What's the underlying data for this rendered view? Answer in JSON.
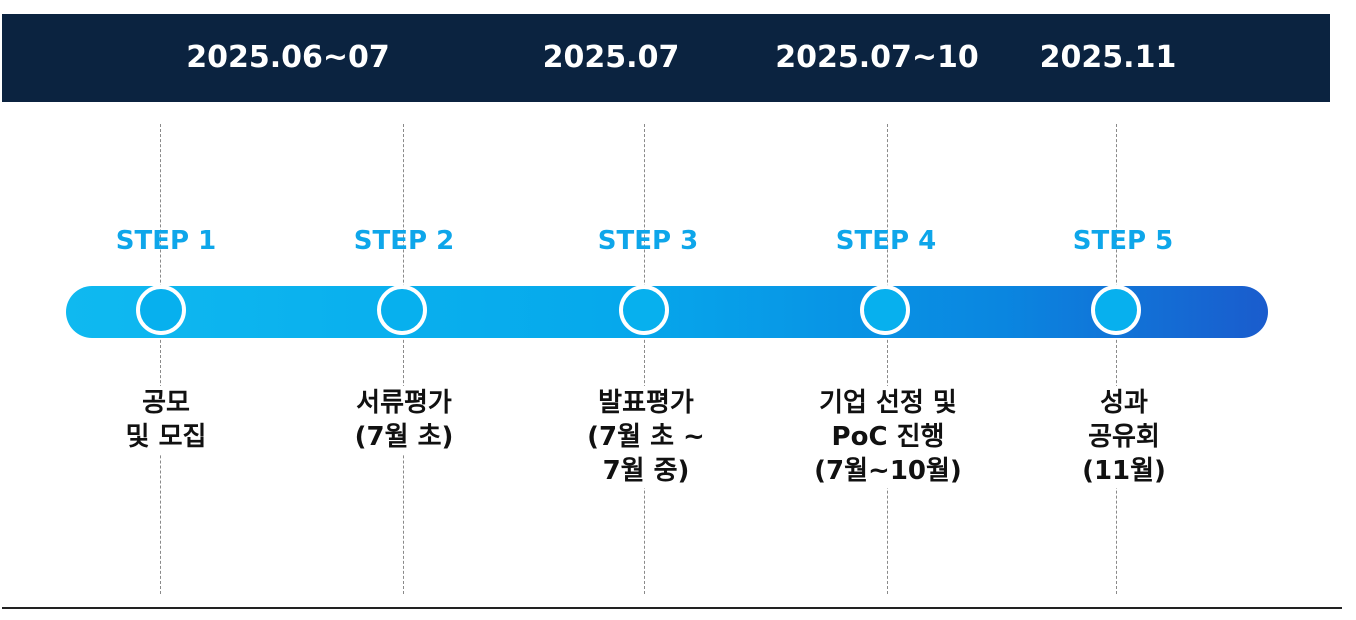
{
  "header": {
    "dates": [
      "2025.06~07",
      "2025.07",
      "2025.07~10",
      "2025.11"
    ]
  },
  "steps": [
    {
      "step": "STEP 1",
      "lines": [
        "공모",
        "및 모집"
      ]
    },
    {
      "step": "STEP 2",
      "lines": [
        "서류평가",
        "(7월 초)"
      ]
    },
    {
      "step": "STEP 3",
      "lines": [
        "발표평가",
        "(7월 초 ~",
        "7월 중)"
      ]
    },
    {
      "step": "STEP 4",
      "lines": [
        "기업 선정 및",
        "PoC 진행",
        "(7월~10월)"
      ]
    },
    {
      "step": "STEP 5",
      "lines": [
        "성과",
        "공유회",
        "(11월)"
      ]
    }
  ],
  "colors": {
    "header_bg": "#0b2340",
    "accent": "#0ea6ea",
    "bar_start": "#0fb9f0",
    "bar_end": "#1a5ccd"
  }
}
